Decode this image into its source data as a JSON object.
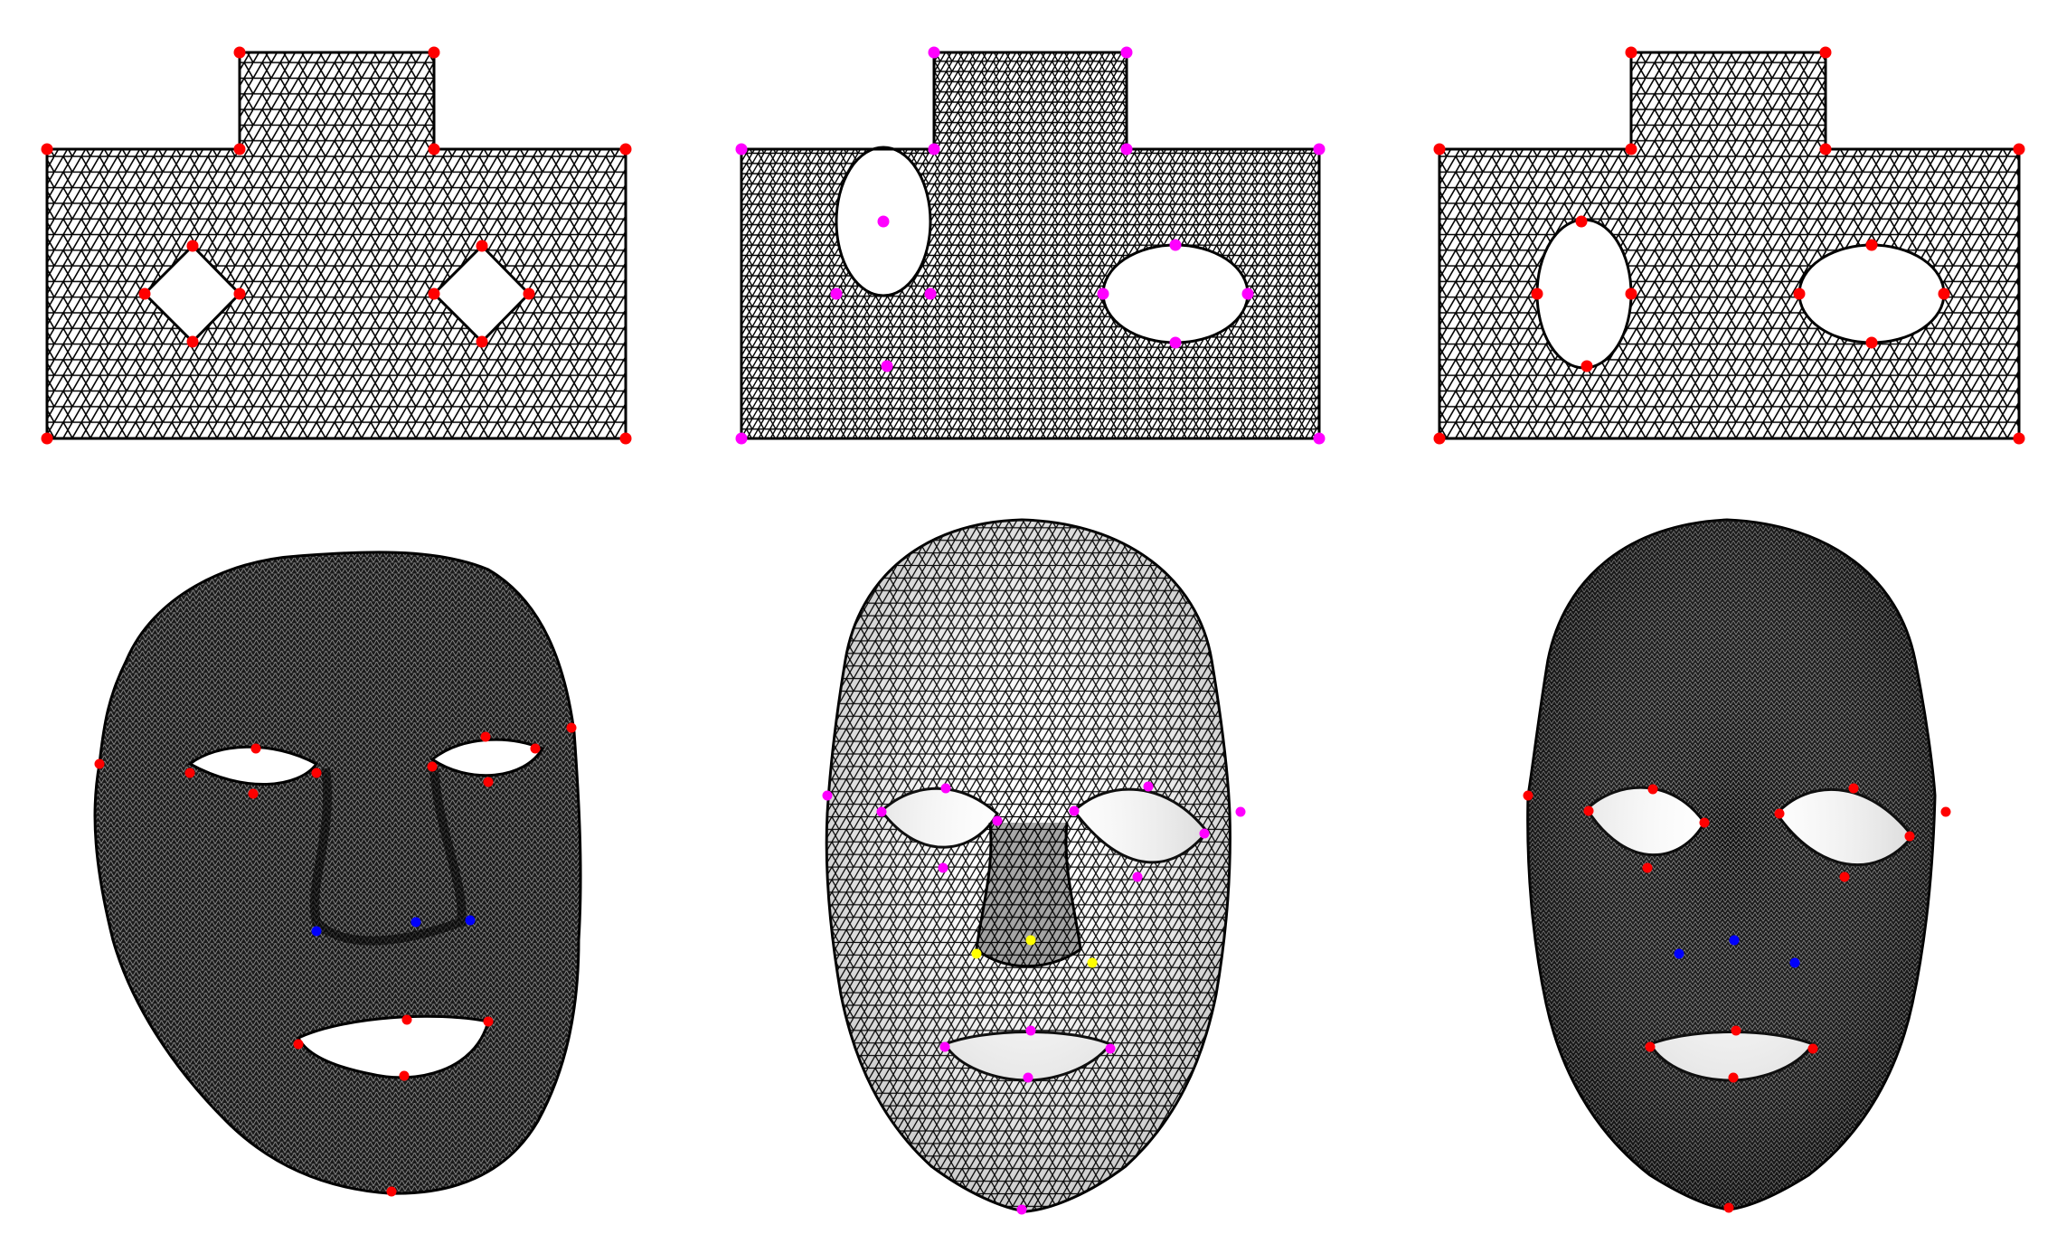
{
  "figure": {
    "background": "#ffffff",
    "mesh_color": "#000000",
    "landmark_colors": {
      "red": "#ff0000",
      "magenta": "#ff00ff",
      "blue": "#0000ff",
      "yellow": "#ffff00"
    },
    "panels": [
      {
        "id": "planar-source",
        "kind": "planar-domain",
        "hole_shape": "diamond",
        "mesh_density": "medium",
        "landmark_color": "red"
      },
      {
        "id": "planar-target",
        "kind": "planar-domain",
        "hole_shape": "ellipse",
        "mesh_density": "fine",
        "landmark_color": "magenta"
      },
      {
        "id": "planar-result",
        "kind": "planar-domain",
        "hole_shape": "ellipse",
        "mesh_density": "medium",
        "landmark_color": "red"
      },
      {
        "id": "face-source",
        "kind": "face-mesh",
        "mesh_density": "dense",
        "landmark_color": "red",
        "nose_landmark_color": "blue"
      },
      {
        "id": "face-target",
        "kind": "face-mesh",
        "mesh_density": "coarse",
        "landmark_color": "magenta",
        "nose_landmark_color": "yellow"
      },
      {
        "id": "face-result",
        "kind": "face-mesh",
        "mesh_density": "dense",
        "landmark_color": "red",
        "nose_landmark_color": "blue"
      }
    ]
  }
}
